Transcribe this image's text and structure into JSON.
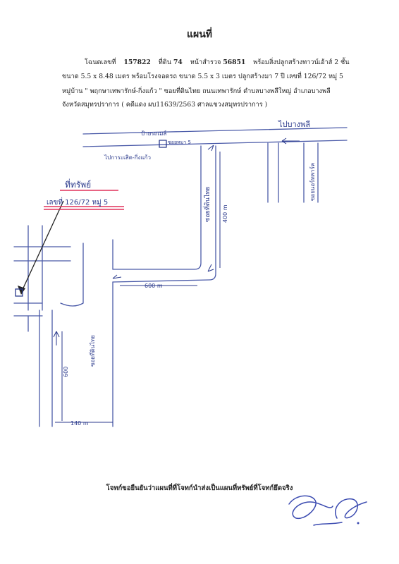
{
  "title": "แผนที่",
  "header": {
    "line1_a": "โฉนดเลขที่",
    "deed_no": "157822",
    "line1_b": "ที่ดิน",
    "land_no": "74",
    "line1_c": "หน้าสำรวจ",
    "survey_no": "56851",
    "line1_d": "พร้อมสิ่งปลูกสร้างทาวน์เฮ้าส์ 2 ชั้น",
    "line2": "ขนาด 5.5  x 8.48  เมตร พร้อมโรงจอดรถ ขนาด 5.5 x 3 เมตร   ปลูกสร้างมา 7  ปี  เลขที่ 126/72  หมู่ 5",
    "line3": "หมู่บ้าน \" พฤกษาเทพารักษ์-กิ่งแก้ว \"  ซอยที่ดินไทย  ถนนเทพารักษ์  ตำบลบางพลีใหญ่  อำเภอบางพลี",
    "line4": "จังหวัดสมุทรปราการ  ( คดีแดง ผบ11639/2563  ศาลแขวงสมุทรปราการ )"
  },
  "map": {
    "road_top": "ไปบางพลี",
    "bus_stop": "ป้ายรถเมล์",
    "bus_stop_sub": "ซอยหมา 5",
    "to_label": "ไปการะเสิด-กิ่งแก้ว",
    "soi_main": "ซอยที่ดินไทย",
    "soi_right": "ซอยนอร์ทพาร์ค",
    "soi_lower": "ซอยที่ดินไทย",
    "target_title": "ที่ทรัพย์",
    "target_addr": "เลขที่ 126/72 หมู่ 5",
    "dist_vertical_upper": "400 m",
    "dist_horizontal_mid": "600 m",
    "dist_vertical_lower": "600",
    "dist_horizontal_lower": "140 m"
  },
  "footer": {
    "confirmation": "โจทก์ขอยืนยันว่าแผนที่ที่โจทก์นำส่งเป็นแผนที่ทรัพย์ที่โจทก์ยึดจริง"
  },
  "colors": {
    "road_line": "#4a5aa8",
    "ink": "#2b3a8c",
    "highlight": "#e0305a"
  }
}
